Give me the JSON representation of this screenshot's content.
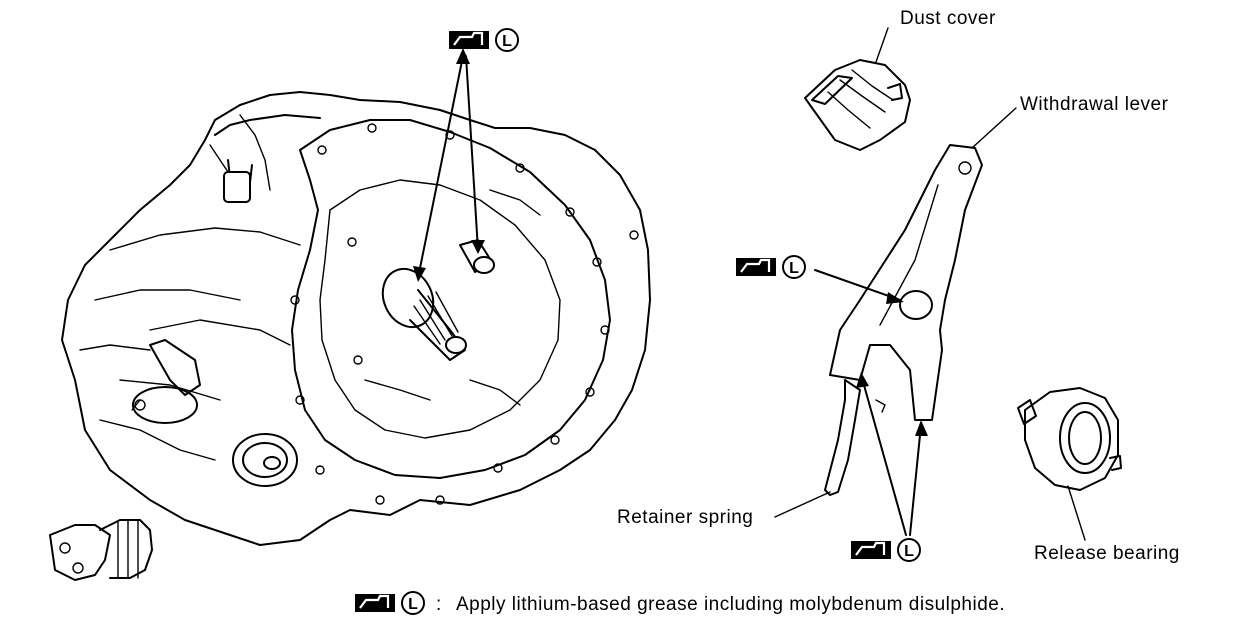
{
  "labels": {
    "dust_cover": "Dust cover",
    "withdrawal_lever": "Withdrawal lever",
    "retainer_spring": "Retainer spring",
    "release_bearing": "Release bearing"
  },
  "grease_symbol": {
    "letter": "L"
  },
  "legend": {
    "separator": ":",
    "text": "Apply lithium-based grease including molybdenum disulphide."
  }
}
